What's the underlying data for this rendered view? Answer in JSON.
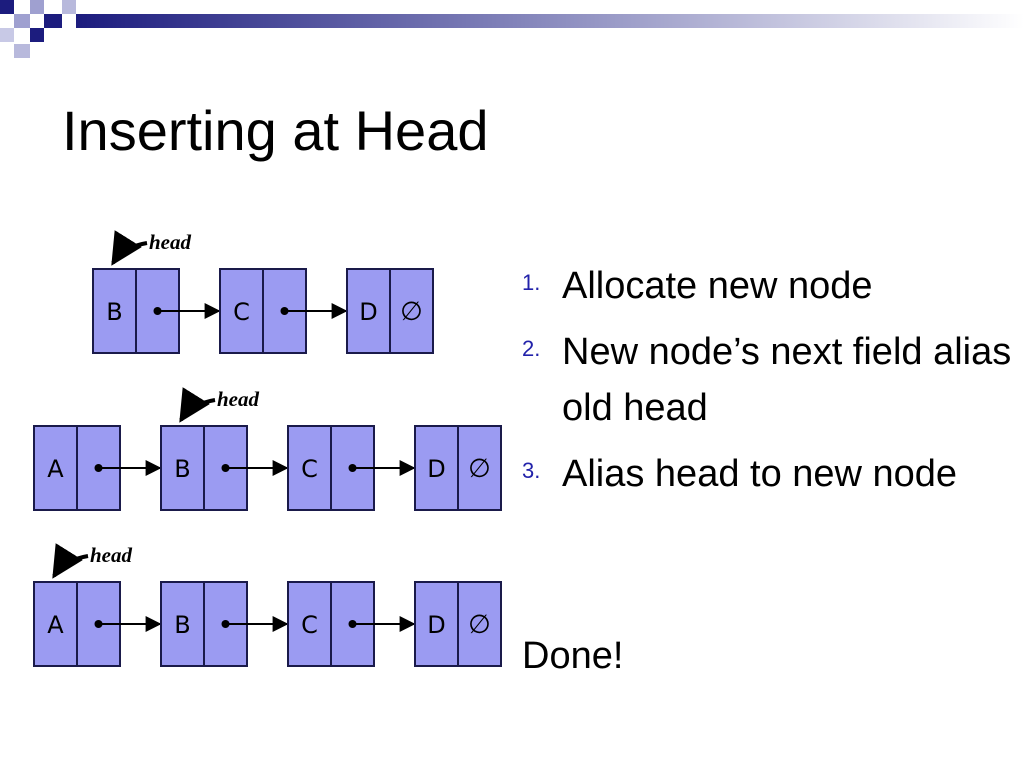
{
  "slide": {
    "title": "Inserting at Head"
  },
  "steps": [
    {
      "number": "1.",
      "text": "Allocate new node"
    },
    {
      "number": "2.",
      "text": "New node’s next field alias old head"
    },
    {
      "number": "3.",
      "text": "Alias head to new node"
    }
  ],
  "done_text": "Done!",
  "colors": {
    "node_fill": "#9b9bf2",
    "node_stroke": "#1a1a4a",
    "number_color": "#2222aa",
    "deco_dark": "#1c1c7e",
    "deco_light": "#9fa0d0"
  },
  "diagram": {
    "head_label": "head",
    "null_symbol": "∅",
    "lists": [
      {
        "nodes": [
          "B",
          "C",
          "D"
        ],
        "head_index": 0
      },
      {
        "nodes": [
          "A",
          "B",
          "C",
          "D"
        ],
        "head_index": 1
      },
      {
        "nodes": [
          "A",
          "B",
          "C",
          "D"
        ],
        "head_index": 0
      }
    ]
  }
}
